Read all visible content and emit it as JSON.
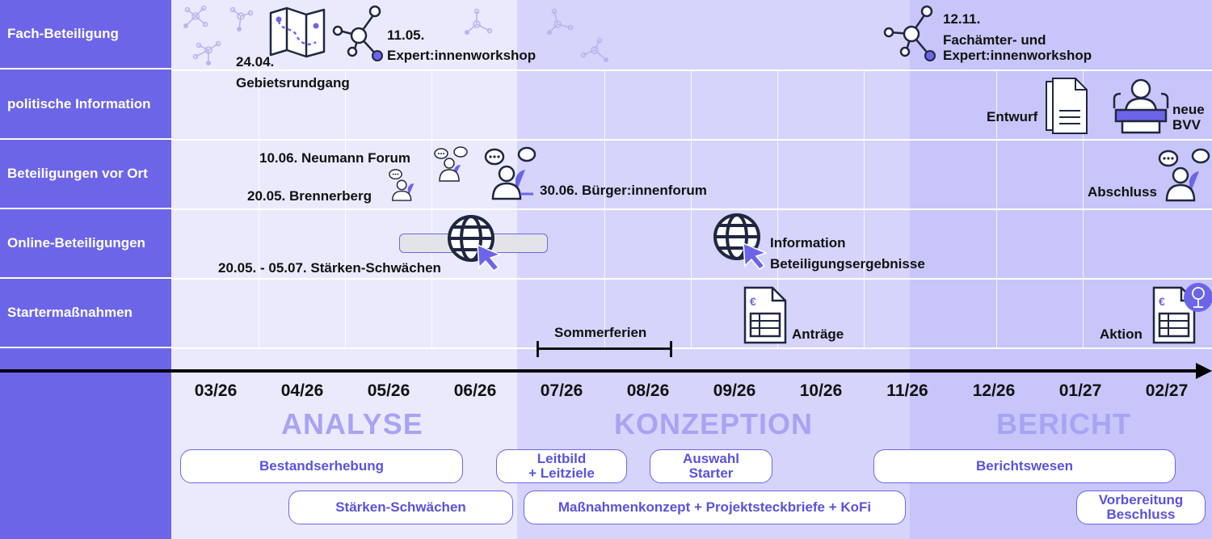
{
  "rows": [
    {
      "label": "Fach-Beteiligung"
    },
    {
      "label": "politische Information"
    },
    {
      "label": "Beteiligungen vor Ort"
    },
    {
      "label": "Online-Beteiligungen"
    },
    {
      "label": "Startermaßnahmen"
    }
  ],
  "events": {
    "gebietsrundgang_date": "24.04.",
    "gebietsrundgang_title": "Gebietsrundgang",
    "workshop1_date": "11.05.",
    "workshop1_title": "Expert:innenworkshop",
    "workshop2_date": "12.11.",
    "workshop2_title1": "Fachämter- und",
    "workshop2_title2": "Expert:innenworkshop",
    "entwurf": "Entwurf",
    "bvv1": "neue",
    "bvv2": "BVV",
    "neumann": "10.06. Neumann Forum",
    "brennerberg": "20.05. Brennerberg",
    "buergerforum": "30.06. Bürger:innenforum",
    "abschluss": "Abschluss",
    "online1": "20.05. - 05.07. Stärken-Schwächen",
    "online2_1": "Information",
    "online2_2": "Beteiligungsergebnisse",
    "sommerferien": "Sommerferien",
    "antraege": "Anträge",
    "aktion": "Aktion"
  },
  "months": [
    "03/26",
    "04/26",
    "05/26",
    "06/26",
    "07/26",
    "08/26",
    "09/26",
    "10/26",
    "11/26",
    "12/26",
    "01/27",
    "02/27"
  ],
  "phases": {
    "analyse": "ANALYSE",
    "konzeption": "KONZEPTION",
    "bericht": "BERICHT"
  },
  "pills": {
    "bestand": "Bestandserhebung",
    "staerken": "Stärken-Schwächen",
    "leitbild1": "Leitbild",
    "leitbild2": "+ Leitziele",
    "auswahl1": "Auswahl",
    "auswahl2": "Starter",
    "massnahmen": "Maßnahmenkonzept + Projektsteckbriefe + KoFi",
    "berichtswesen": "Berichtswesen",
    "vorb1": "Vorbereitung",
    "vorb2": "Beschluss"
  },
  "colors": {
    "accent": "#6d65e8",
    "analyse_bg": "#ebeafd",
    "konzeption_bg": "#d6d4fb",
    "bericht_bg": "#c8c5fa",
    "phase_text": "#a8a3f3"
  },
  "icons": [
    "network-icon",
    "map-icon",
    "document-icon",
    "speaker-podium-icon",
    "chat-person-icon",
    "globe-cursor-icon",
    "form-euro-icon",
    "tree-badge-icon"
  ]
}
